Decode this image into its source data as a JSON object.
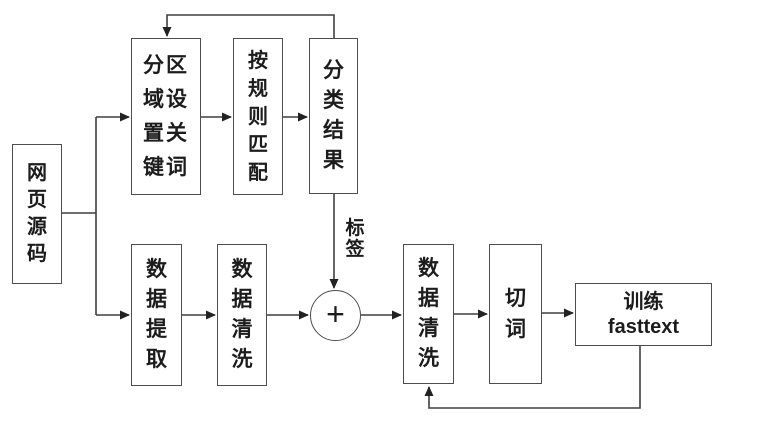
{
  "colors": {
    "background": "#ffffff",
    "line": "#3f3f3f",
    "box_border": "#4d4d4d",
    "text": "#1c1c1c",
    "arrowhead": "#222222"
  },
  "nodes": {
    "source": {
      "label": "网\n页\n源\n码"
    },
    "keywords": {
      "label": "分区\n域设\n置关\n键词"
    },
    "rule_match": {
      "label": "按\n规\n则\n匹\n配"
    },
    "classify_result": {
      "label": "分\n类\n结\n果"
    },
    "data_extract": {
      "label": "数\n据\n提\n取"
    },
    "data_clean_1": {
      "label": "数\n据\n清\n洗"
    },
    "merge": {
      "label": "+"
    },
    "data_clean_2": {
      "label": "数\n据\n清\n洗"
    },
    "cut_words": {
      "label": "切\n词"
    },
    "train_fasttext": {
      "label": "训练\nfasttext"
    }
  },
  "edge_labels": {
    "tag": "标\n签"
  }
}
